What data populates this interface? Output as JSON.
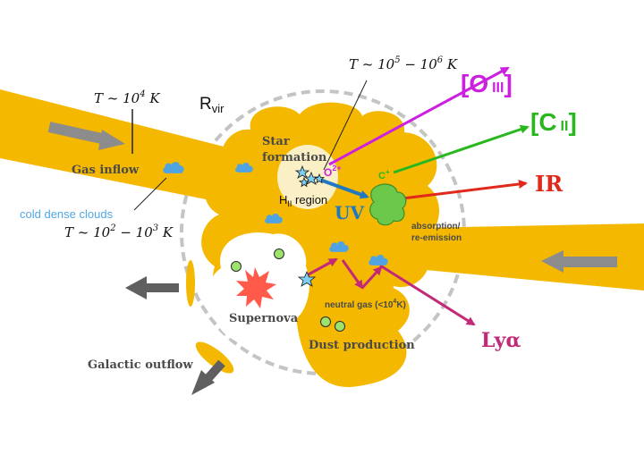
{
  "labels": {
    "temp_hot": "T ~ 10",
    "temp_hot_exp1": "5",
    "temp_hot_mid": " − 10",
    "temp_hot_exp2": "6",
    "temp_hot_unit": " K",
    "temp_inflow": "T ~ 10",
    "temp_inflow_exp": "4",
    "temp_inflow_unit": " K",
    "temp_cold": "T ~ 10",
    "temp_cold_exp1": "2",
    "temp_cold_mid": " − 10",
    "temp_cold_exp2": "3",
    "temp_cold_unit": " K",
    "rvir": "R",
    "rvir_sub": "vir",
    "gas_inflow": "Gas inflow",
    "cold_dense_clouds": "cold dense clouds",
    "star_formation_1": "Star",
    "star_formation_2": "formation",
    "hii_region_h": "H",
    "hii_region_sub": "II",
    "hii_region_rest": " region",
    "o2plus": "O",
    "o2plus_sup": "2+",
    "cplus": "C",
    "cplus_sup": "+",
    "uv": "UV",
    "absorption_1": "absorption/",
    "absorption_2": "re-emission",
    "neutral_gas": "neutral gas (<10",
    "neutral_gas_sup": "4",
    "neutral_gas_end": "K)",
    "supernova": "Supernova",
    "dust_production": "Dust production",
    "galactic_outflow": "Galactic outflow",
    "oiii_main": "[O",
    "oiii_ion": "III",
    "oiii_end": "]",
    "cii_main": "[C",
    "cii_ion": "II",
    "cii_end": "]",
    "ir": "IR",
    "lya": "Lyα"
  },
  "colors": {
    "gas": "#f5b800",
    "hii_region": "#fbefc6",
    "dashed_circle": "#c4c4c4",
    "gray_arrow": "#8c8c8c",
    "dark_gray_arrow": "#5f5f5f",
    "oiii": "#cc1fe0",
    "cii": "#28b81e",
    "ir": "#e0291b",
    "lya": "#c22a78",
    "uv_arrow": "#1f78c1",
    "cloud": "#4fa3e3",
    "cold_clouds_text": "#4fa8e8",
    "supernova": "#ff5a4a",
    "dust_grain": "#9be36b",
    "dust_absorber": "#6cc84a",
    "star": "#7fd0f5",
    "label_gray": "#4a4a4a"
  },
  "icons": [
    "cloud-icon",
    "star-icon",
    "supernova-burst-icon",
    "dust-grain-icon",
    "dust-clump-icon"
  ]
}
